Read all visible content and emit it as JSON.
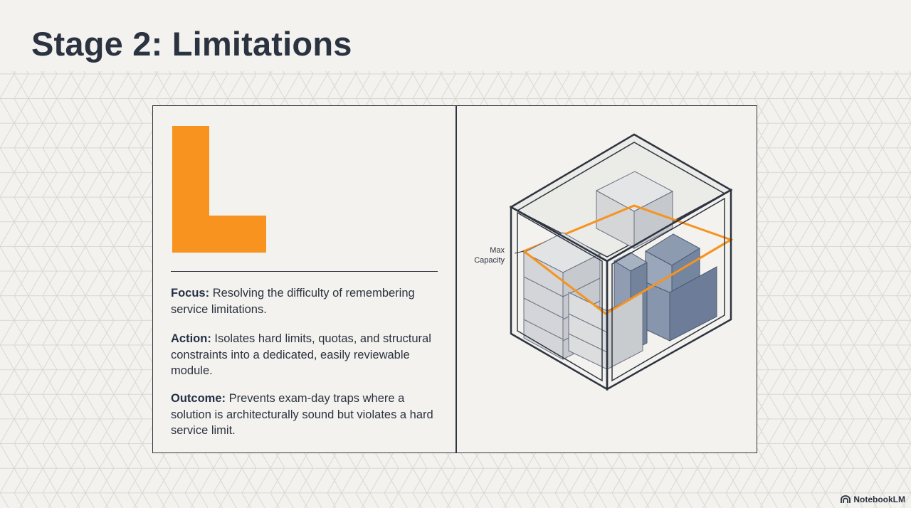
{
  "slide": {
    "title": "Stage 2: Limitations",
    "letter": "L",
    "accent_color": "#f7931e"
  },
  "content": {
    "focus_label": "Focus:",
    "focus_text": "Resolving the difficulty of remembering service limitations.",
    "action_label": "Action:",
    "action_text": "Isolates hard limits, quotas, and structural constraints into a dedicated, easily reviewable module.",
    "outcome_label": "Outcome:",
    "outcome_text": "Prevents exam-day traps where a solution is architecturally sound but violates a hard service limit."
  },
  "illustration": {
    "label_line1": "Max",
    "label_line2": "Capacity",
    "icon": "capacity-box-icon"
  },
  "footer": {
    "brand": "NotebookLM",
    "icon": "notebooklm-logo-icon"
  }
}
